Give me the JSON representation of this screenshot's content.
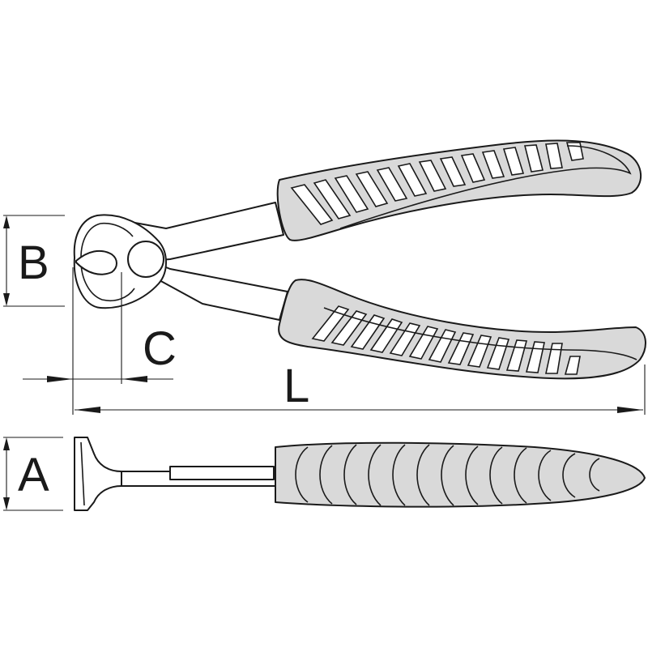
{
  "dimension_labels": {
    "b": "B",
    "c": "C",
    "l": "L",
    "a": "A"
  },
  "colors": {
    "grip": "#d9d9d9",
    "ink": "#1a1a1a",
    "metal": "#ffffff"
  }
}
